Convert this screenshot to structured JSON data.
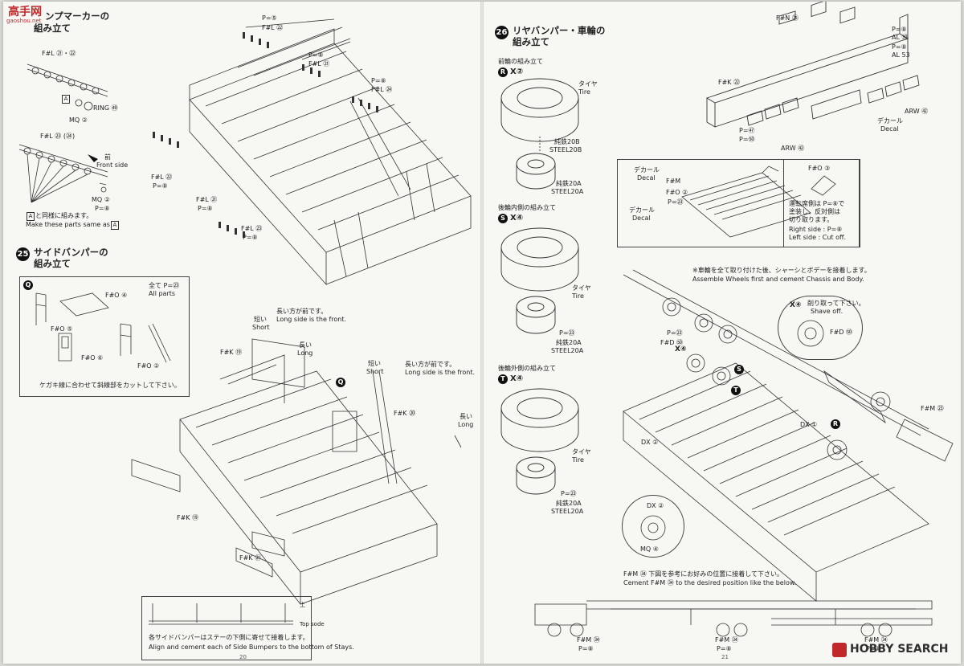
{
  "watermark": {
    "top_left": "高手网",
    "top_left_url": "gaoshou.net",
    "bottom_right": "HOBBY SEARCH"
  },
  "left_page": {
    "page_number": "20",
    "step24": {
      "title_line1": "ンプマーカーの",
      "title_line2": "組み立て",
      "labels": {
        "fl_21_22": "F#L ㉑・㉒",
        "ring": "RING ㊾",
        "mq2_top": "MQ ②",
        "fl_23_24": "F#L ㉓ (㉔)",
        "front_jp": "前",
        "front_en": "Front side",
        "mq2_bottom": "MQ ②",
        "p8": "P=⑧",
        "same_jp": "と同様に組みます。",
        "same_en": "Make these parts same as",
        "box_letter": "A"
      }
    },
    "top_drawing_labels": {
      "p5": "P=⑤",
      "fl22_top": "F#L ㉒",
      "p8_a": "P=⑧",
      "fl21_top": "F#L ㉑",
      "p8_b": "P=⑧",
      "fl24_top": "F#L ㉔",
      "fl22_left": "F#L ㉒",
      "p8_c": "P=⑧",
      "fl21_left": "F#L ㉑",
      "p8_d": "P=⑧",
      "fl23": "F#L ㉓",
      "p8_e": "P=⑧"
    },
    "step25": {
      "number": "25",
      "title_line1": "サイドバンパーの",
      "title_line2": "組み立て",
      "box_letter": "Q",
      "labels": {
        "fo4": "F#O ④",
        "all_jp": "全て P=㉓",
        "all_en": "All parts",
        "fo5": "F#O ⑤",
        "fo6": "F#O ⑥",
        "fo2": "F#O ②",
        "cut_jp": "ケガキ線に合わせて斜線部をカットして下さい。"
      }
    },
    "bottom_drawing_labels": {
      "long_side_jp": "長い方が前です。",
      "long_side_en": "Long side is the front.",
      "short_jp": "短い",
      "short_en": "Short",
      "long_jp": "長い",
      "long_en": "Long",
      "fk19_top": "F#K ⑲",
      "q": "Q",
      "short_jp2": "短い",
      "short_en2": "Short",
      "long_side_jp2": "長い方が前です。",
      "long_side_en2": "Long side is the front.",
      "fk20": "F#K ⑳",
      "long_jp2": "長い",
      "long_en2": "Long",
      "fk19_bottom": "F#K ⑲",
      "fk21": "F#K ㉑",
      "top_jp": "上",
      "top_en": "Top sode",
      "note_jp": "各サイドバンパーはステーの下側に寄せて接着します。",
      "note_en": "Align and cement each of Side Bumpers to the bottom of Stays."
    }
  },
  "right_page": {
    "page_number": "21",
    "step26": {
      "number": "26",
      "title_line1": "リヤバンパー・車輪の",
      "title_line2": "組み立て",
      "front_wheel_title": "前輪の組み立て",
      "front_wheel_letter": "R",
      "front_wheel_count": "X②",
      "rear_inner_title": "後輪内側の組み立て",
      "rear_inner_letter": "S",
      "rear_inner_count": "X④",
      "rear_outer_title": "後輪外側の組み立て",
      "rear_outer_letter": "T",
      "rear_outer_count": "X④",
      "tire_jp": "タイヤ",
      "tire_en": "Tire",
      "steel20b_jp": "純鉄20B",
      "steel20b_en": "STEEL20B",
      "steel20a_jp": "純鉄20A",
      "steel20a_en": "STEEL20A",
      "p23": "P=㉓"
    },
    "bumper_labels": {
      "fn25": "F#N ㉕",
      "p8_top": "P=⑧",
      "al54": "AL ㊿",
      "p8_b": "P=⑧",
      "al53": "AL 53",
      "fk22": "F#K ㉒",
      "arw72_right": "ARW ㊷",
      "p52": "P=㊼",
      "p50": "P=㊿",
      "arw72_bottom": "ARW ㊷",
      "decal_jp": "デカール",
      "decal_en": "Decal"
    },
    "detail_box": {
      "decal_jp": "デカール",
      "decal_en": "Decal",
      "fm": "F#M",
      "fo2": "F#O ②",
      "p23": "P=㉓",
      "decal_jp2": "デカール",
      "decal_en2": "Decal",
      "fo3": "F#O ③",
      "paint_jp1": "運転席側は P=⑧で",
      "paint_jp2": "塗装し、反対側は",
      "paint_jp3": "切り取ります。",
      "right_side": "Right side : P=⑧",
      "left_side": "Left side : Cut off."
    },
    "assembly_labels": {
      "note_jp": "※車輪を全て取り付けた後、シャーシとボデーを接着します。",
      "note_en": "Assemble Wheels first and cement Chassis and Body.",
      "shave_count": "X④",
      "shave_jp": "削り取って下さい。",
      "shave_en": "Shave off.",
      "fd50": "F#D ㊿",
      "p23": "P=㉓",
      "fd": "F#D ㊿",
      "x4": "X④",
      "s": "S",
      "t": "T",
      "r": "R",
      "dx1": "DX ①",
      "dx2": "DX ②",
      "fm23": "F#M ㉓",
      "circle_dx2": "DX ②",
      "circle_mq4": "MQ ④"
    },
    "bottom_labels": {
      "fm34_note_jp": "F#M ㉞ 下図を参考にお好みの位置に接着して下さい。",
      "fm34_note_en": "Cement F#M ㉞ to the desired position like the below.",
      "fm34_a": "F#M ㉞",
      "p8_a": "P=⑧",
      "fm34_b": "F#M ㉞",
      "p8_b": "P=⑧",
      "fm34_c": "F#M ㉞",
      "p8_c": "P=⑧"
    }
  }
}
